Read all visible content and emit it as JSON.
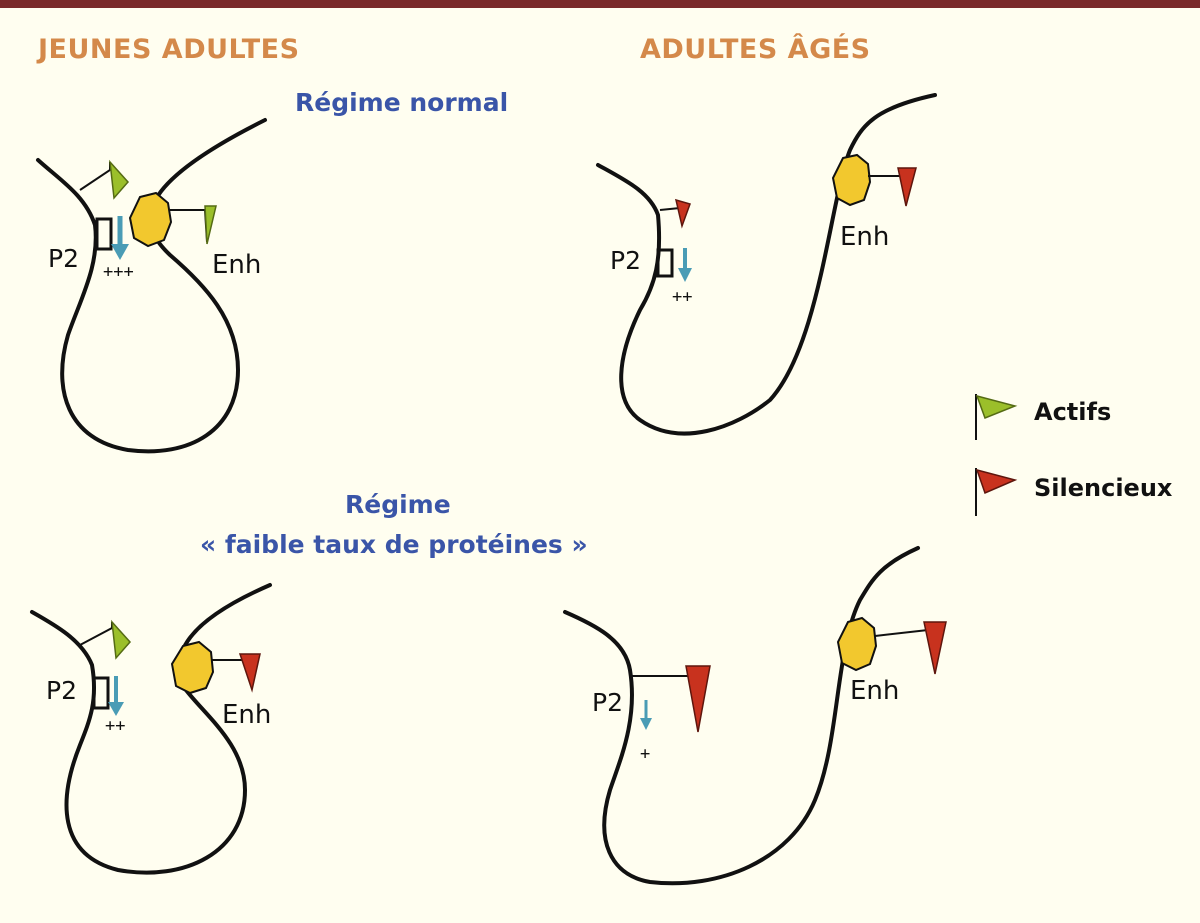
{
  "headings": {
    "young": "JEUNES ADULTES",
    "old": "ADULTES ÂGÉS"
  },
  "regimes": {
    "normal": "Régime normal",
    "low_protein_line1": "Régime",
    "low_protein_line2": "« faible taux de protéines »"
  },
  "labels": {
    "promoter": "P2",
    "enhancer": "Enh"
  },
  "panels": {
    "young_normal": {
      "level": "+++"
    },
    "old_normal": {
      "level": "++"
    },
    "young_low": {
      "level": "++"
    },
    "old_low": {
      "level": "+"
    }
  },
  "legend": {
    "active": "Actifs",
    "silent": "Silencieux"
  },
  "colors": {
    "heading": "#d4894a",
    "regime": "#3a55a8",
    "active_flag": "#9bbf2a",
    "silent_flag": "#c8321e",
    "enhancer": "#f2c82e",
    "arrow": "#4a9cb5",
    "top_rule": "#7a2a2a"
  }
}
